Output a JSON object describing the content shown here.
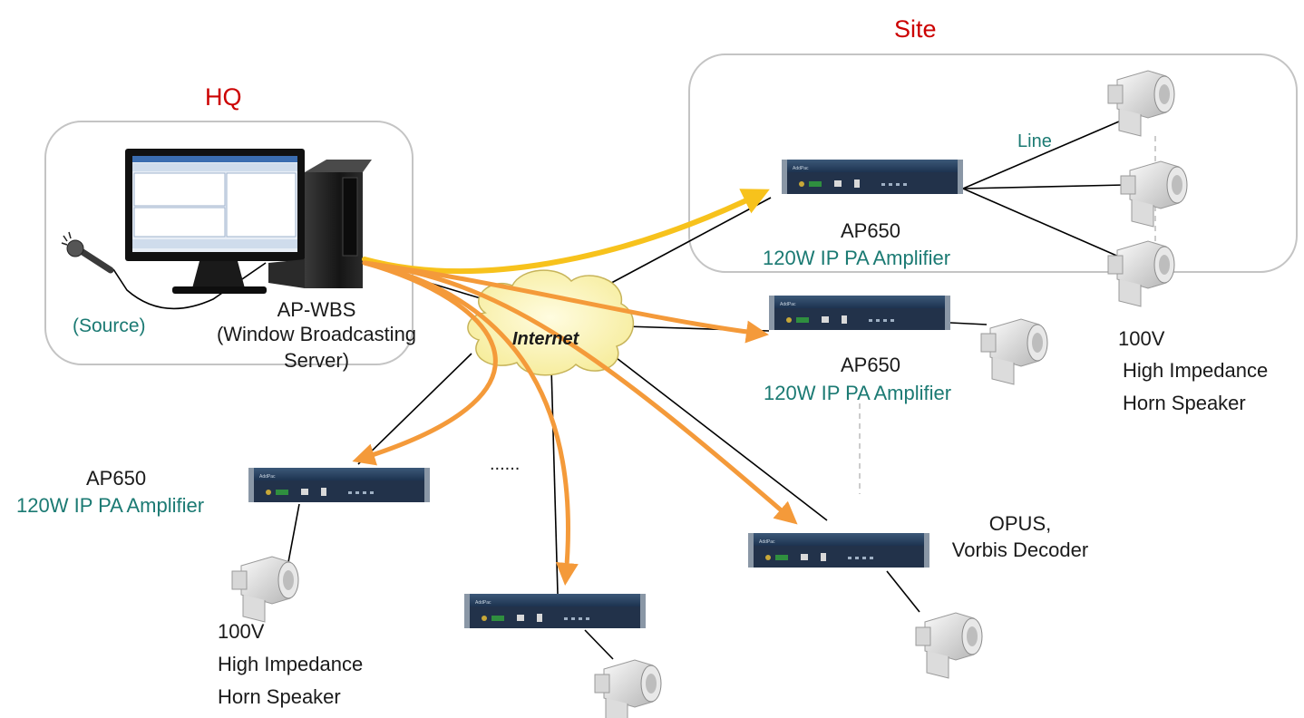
{
  "hq": {
    "title": "HQ",
    "source_label": "(Source)",
    "server_name": "AP-WBS",
    "server_desc_1": "(Window Broadcasting",
    "server_desc_2": "Server)"
  },
  "site": {
    "title": "Site",
    "line_label": "Line"
  },
  "cloud": {
    "label": "Internet"
  },
  "amp": {
    "model": "AP650",
    "desc": "120W IP PA  Amplifier",
    "brand": "AddPac"
  },
  "speaker": {
    "voltage": "100V",
    "line2": "High Impedance",
    "line3": "Horn Speaker"
  },
  "decoder": {
    "line1": "OPUS,",
    "line2": "Vorbis Decoder"
  },
  "ellipsis": "......",
  "colors": {
    "accent_red": "#cc0000",
    "teal": "#1b7a73",
    "arrow_orange": "#f49a3a",
    "arrow_yellow": "#f7c21c",
    "device_navy": "#1f3651"
  }
}
